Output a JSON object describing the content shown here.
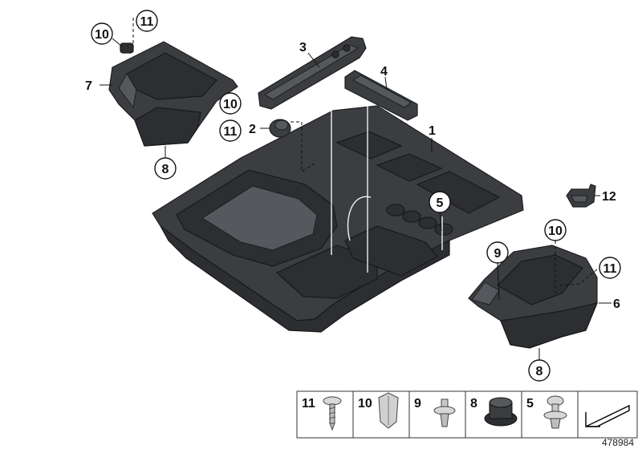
{
  "callouts": {
    "c1": "1",
    "c2": "2",
    "c3": "3",
    "c4": "4",
    "c5": "5",
    "c6": "6",
    "c7": "7",
    "c8a": "8",
    "c8b": "8",
    "c9": "9",
    "c10a": "10",
    "c10b": "10",
    "c10c": "10",
    "c11a": "11",
    "c11b": "11",
    "c11c": "11",
    "c12": "12"
  },
  "legend": [
    {
      "number": "11",
      "icon": "screw-icon"
    },
    {
      "number": "10",
      "icon": "expanding-nut-icon"
    },
    {
      "number": "9",
      "icon": "expanding-rivet-icon"
    },
    {
      "number": "8",
      "icon": "grommet-icon"
    },
    {
      "number": "5",
      "icon": "push-clip-icon"
    },
    {
      "number": "",
      "icon": "wedge-symbol-icon"
    }
  ],
  "reference_number": "478984",
  "colors": {
    "part": "#3b3d40",
    "outline": "#1e1f21",
    "text": "#111111"
  }
}
